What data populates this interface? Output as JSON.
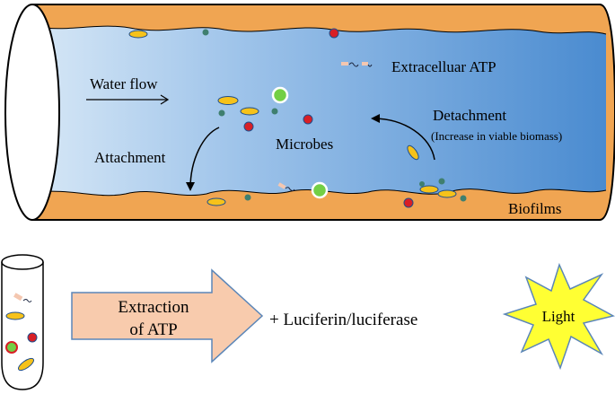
{
  "labels": {
    "water_flow": "Water flow",
    "extracellular_atp": "Extracelluar ATP",
    "detachment": "Detachment",
    "detachment_note": "(Increase in viable biomass)",
    "microbes": "Microbes",
    "attachment": "Attachment",
    "biofilms": "Biofilms",
    "extraction_line1": "Extraction",
    "extraction_line2": "of ATP",
    "reagent": "+ Luciferin/luciferase",
    "light": "Light"
  },
  "colors": {
    "biofilm": "#f0a552",
    "water_light": "#c8def2",
    "water_dark": "#4f8fd3",
    "yellow_microbe": "#f6c21a",
    "red_microbe": "#d81f26",
    "green_microbe": "#73cf45",
    "teal_microbe": "#3f7f6f",
    "arrow_fill": "#f8cbad",
    "starburst": "#ffff33"
  },
  "icons": [
    "pipe-icon",
    "test-tube-icon",
    "big-arrow-icon",
    "starburst-icon",
    "atp-molecule-icon"
  ]
}
